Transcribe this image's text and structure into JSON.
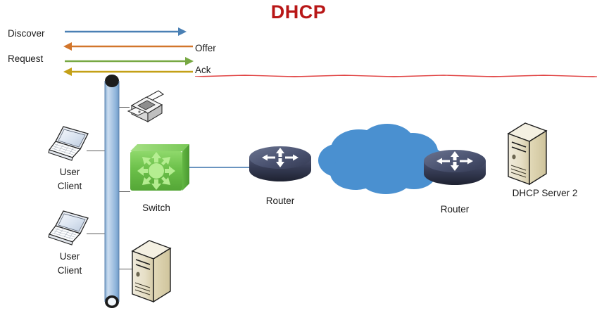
{
  "title": "DHCP",
  "legend": {
    "messages": [
      {
        "name": "discover",
        "label": "Discover",
        "color": "#4A80B4",
        "direction": "right",
        "label_side": "left"
      },
      {
        "name": "offer",
        "label": "Offer",
        "color": "#D2762B",
        "direction": "left",
        "label_side": "right"
      },
      {
        "name": "request",
        "label": "Request",
        "color": "#77A843",
        "direction": "right",
        "label_side": "left"
      },
      {
        "name": "ack",
        "label": "Ack",
        "color": "#C4A017",
        "direction": "left",
        "label_side": "right",
        "spellcheck_flag": true
      }
    ]
  },
  "nodes": {
    "client_top": {
      "label": "User\nClient",
      "type": "laptop"
    },
    "client_bottom": {
      "label": "User\nClient",
      "type": "laptop"
    },
    "printer": {
      "label": "",
      "type": "printer"
    },
    "switch": {
      "label": "Switch",
      "type": "switch"
    },
    "server_local": {
      "label": "",
      "type": "server"
    },
    "router_left": {
      "label": "Router",
      "type": "router"
    },
    "router_right": {
      "label": "Router",
      "type": "router"
    },
    "cloud": {
      "label": "",
      "type": "cloud"
    },
    "dhcp_server": {
      "label": "DHCP Server 2",
      "type": "server"
    }
  },
  "colors": {
    "title": "#B81616",
    "cloud": "#4A90D0",
    "switch": "#6CC04A",
    "router": "#2E3348",
    "server": "#E5DCB8",
    "backbone": "#A8C4E0",
    "link_blue": "#6A94C0"
  }
}
